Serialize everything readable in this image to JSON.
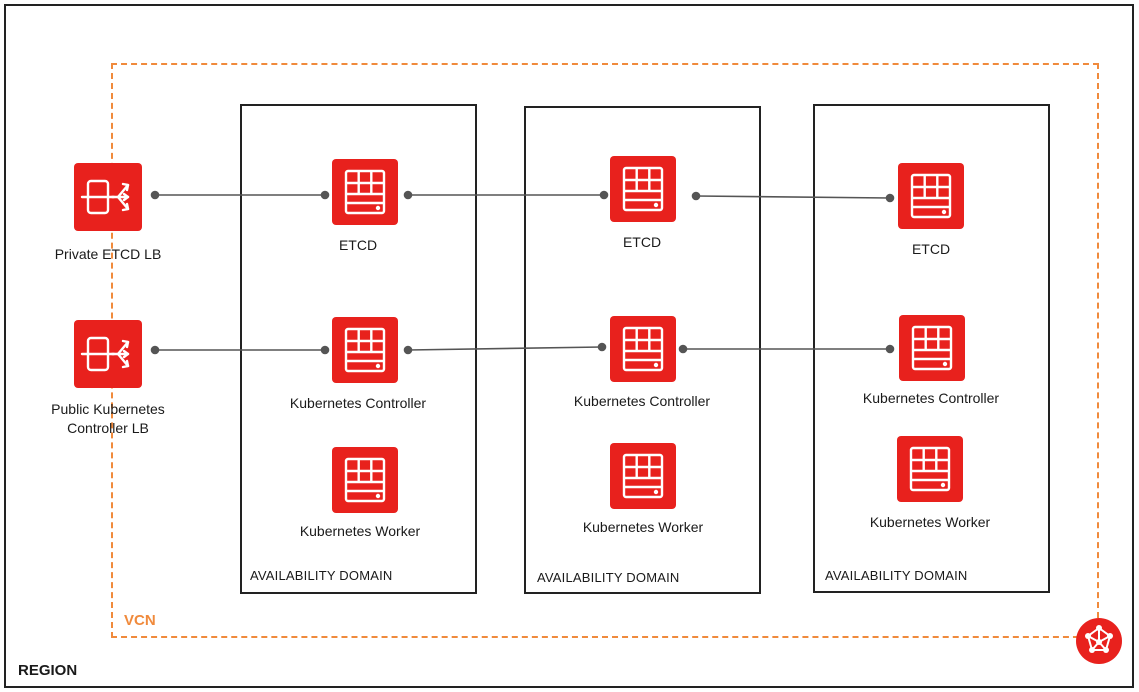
{
  "region": {
    "label": "REGION"
  },
  "vcn": {
    "label": "VCN",
    "icon": "vcn-icon"
  },
  "load_balancers": [
    {
      "label_line1": "Private ETCD LB",
      "label_line2": "",
      "icon": "load-balancer-icon"
    },
    {
      "label_line1": "Public Kubernetes",
      "label_line2": "Controller LB",
      "icon": "load-balancer-icon"
    }
  ],
  "availability_domains": [
    {
      "label": "AVAILABILITY DOMAIN",
      "etcd": "ETCD",
      "controller": "Kubernetes Controller",
      "worker": "Kubernetes Worker"
    },
    {
      "label": "AVAILABILITY DOMAIN",
      "etcd": "ETCD",
      "controller": "Kubernetes Controller",
      "worker": "Kubernetes Worker"
    },
    {
      "label": "AVAILABILITY DOMAIN",
      "etcd": "ETCD",
      "controller": "Kubernetes Controller",
      "worker": "Kubernetes Worker"
    }
  ],
  "colors": {
    "accent": "#e8211d",
    "vcn_border": "#f08a3c",
    "line": "#555555"
  }
}
